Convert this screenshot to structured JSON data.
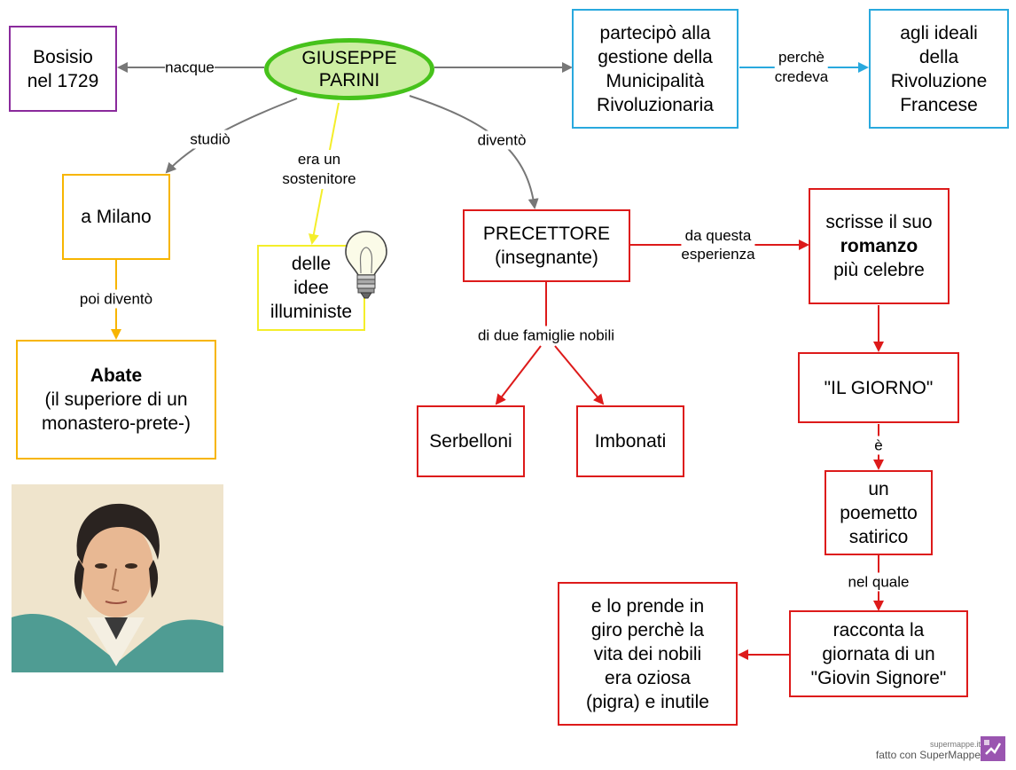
{
  "center": {
    "line1": "GIUSEPPE",
    "line2": "PARINI"
  },
  "nodes": {
    "bosisio": [
      "Bosisio",
      "nel 1729"
    ],
    "partecipo": [
      "partecipò alla",
      "gestione della",
      "Municipalità",
      "Rivoluzionaria"
    ],
    "ideali": [
      "agli ideali",
      "della",
      "Rivoluzione",
      "Francese"
    ],
    "milano": "a Milano",
    "idee": [
      "delle",
      "idee",
      "illuministe"
    ],
    "precettore": [
      "PRECETTORE",
      "(insegnante)"
    ],
    "scrisse": {
      "pre": "scrisse il suo",
      "bold": "romanzo",
      "post": "più celebre"
    },
    "abate": {
      "bold": "Abate",
      "rest": [
        "(il superiore di un",
        "monastero-prete-)"
      ]
    },
    "serbelloni": "Serbelloni",
    "imbonati": "Imbonati",
    "giorno": "\"IL GIORNO\"",
    "poemetto": [
      "un",
      "poemetto",
      "satirico"
    ],
    "racconta": [
      "racconta la",
      "giornata di un",
      "\"Giovin Signore\""
    ],
    "prende": [
      "e lo prende in",
      "giro perchè la",
      "vita dei nobili",
      "era oziosa",
      "(pigra) e inutile"
    ]
  },
  "links": {
    "nacque": "nacque",
    "perche_credeva": [
      "perchè",
      "credeva"
    ],
    "studio": "studiò",
    "sostenitore": [
      "era un",
      "sostenitore"
    ],
    "divento": "diventò",
    "poi_divento": "poi diventò",
    "da_questa": [
      "da questa",
      "esperienza"
    ],
    "famiglie": "di due famiglie nobili",
    "e": "è",
    "nel_quale": "nel quale"
  },
  "footer": {
    "small": "supermappe.it",
    "main": "fatto con SuperMappe"
  },
  "colors": {
    "purple": "#8a2a9c",
    "blue": "#29a9de",
    "orange": "#f7b500",
    "yellow": "#f4ee2a",
    "red": "#dd1a1a",
    "green": "#46c21b",
    "gray": "#777777"
  },
  "icons": [
    "light-bulb-icon",
    "portrait-image",
    "supermappe-logo-icon"
  ]
}
